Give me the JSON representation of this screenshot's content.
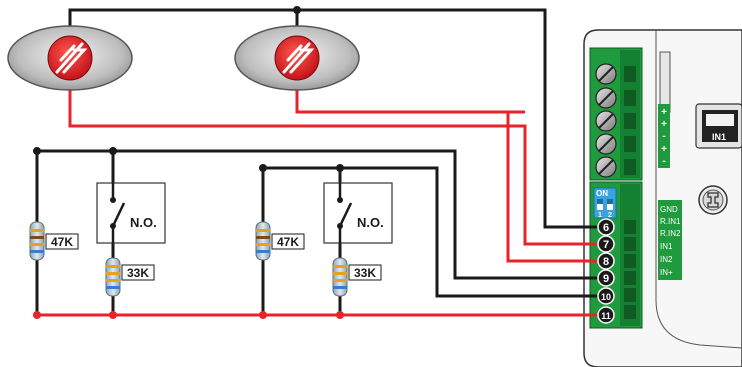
{
  "components": {
    "resistor_47k_label": "47K",
    "resistor_33k_label": "33K",
    "contact_label": "N.O."
  },
  "dip_switch": {
    "on_label": "ON",
    "pos1": "1",
    "pos2": "2"
  },
  "terminals": [
    "6",
    "7",
    "8",
    "9",
    "10",
    "11"
  ],
  "power_labels": [
    "+",
    "+",
    "-",
    "+",
    "-"
  ],
  "side_labels": [
    "GND",
    "R.IN1",
    "R.IN2",
    "IN1",
    "IN2",
    "IN+"
  ],
  "connector_label": "IN1",
  "colors": {
    "black_wire": "#1a1a1a",
    "red_wire": "#e8232a",
    "terminal_green": "#1f9a3d",
    "dip_blue": "#3aa3df"
  }
}
